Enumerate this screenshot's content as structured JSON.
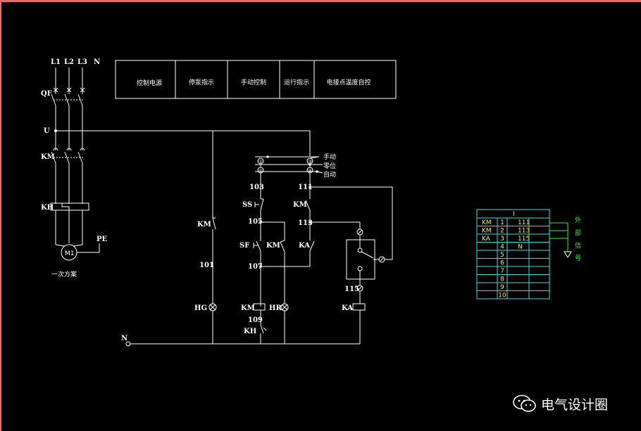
{
  "header_boxes": [
    "控制电源",
    "停泵指示",
    "手动控制",
    "运行指示",
    "电接点温度自控"
  ],
  "primary": {
    "phases": [
      "L1",
      "L2",
      "L3",
      "N"
    ],
    "qf": "QF",
    "u": "U",
    "km": "KM",
    "kh": "KH",
    "motor": "M1",
    "pe": "PE",
    "caption": "一次方案"
  },
  "selector": {
    "positions": [
      "手动",
      "零位",
      "自动"
    ],
    "nums": [
      "①",
      "②",
      "③",
      "④"
    ]
  },
  "control": {
    "n": "N",
    "hg": "HG",
    "km_nc": "KM",
    "w101": "101",
    "w103": "103",
    "w111": "111",
    "ss": "SS",
    "km_no": "KM",
    "w105": "105",
    "w113": "113",
    "sf": "SF",
    "km_hold": "KM",
    "ka_contact": "KA",
    "w107": "107",
    "km_coil": "KM",
    "hr": "HR",
    "w109": "109",
    "kh_contact": "KH",
    "w115": "115",
    "ka_coil": "KA"
  },
  "terminal": {
    "header": "I",
    "rows": [
      [
        "KM",
        "1",
        "111"
      ],
      [
        "KM",
        "2",
        "113"
      ],
      [
        "KA",
        "3",
        "115"
      ],
      [
        "",
        "4",
        "N"
      ],
      [
        "",
        "5",
        ""
      ],
      [
        "",
        "6",
        ""
      ],
      [
        "",
        "7",
        ""
      ],
      [
        "",
        "8",
        ""
      ],
      [
        "",
        "9",
        ""
      ],
      [
        "",
        "10",
        ""
      ]
    ],
    "side_label": [
      "外",
      "部",
      "信",
      "号"
    ]
  },
  "watermark": "电气设计圈",
  "colors": {
    "line": "#ffffff",
    "table": "#44d7d7",
    "table_text": "#f5e84a",
    "signal": "#33ee33",
    "frame": "#e07070"
  }
}
